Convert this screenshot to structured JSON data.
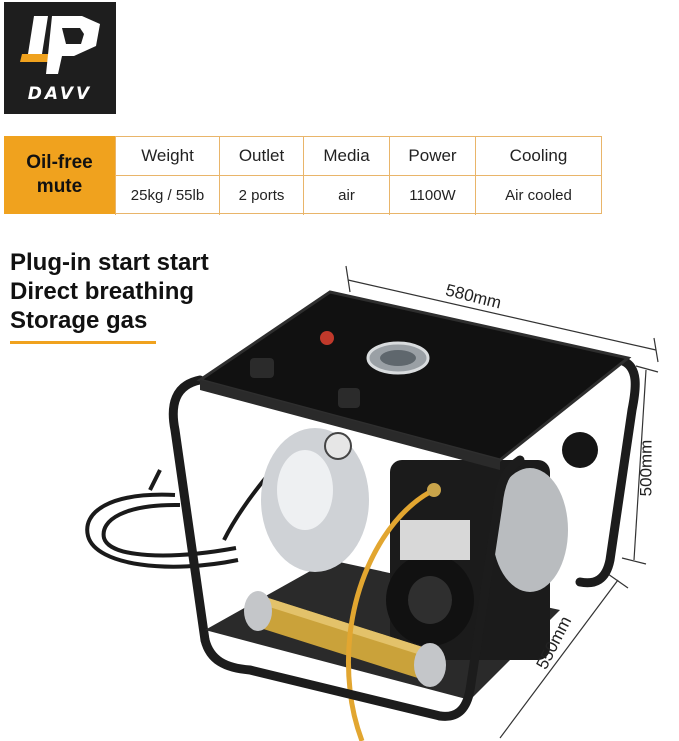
{
  "brand": {
    "name": "DAVV"
  },
  "spec_table": {
    "highlight_line1": "Oil-free",
    "highlight_line2": "mute",
    "headers": [
      "Weight",
      "Outlet",
      "Media",
      "Power",
      "Cooling"
    ],
    "values": [
      "25kg / 55lb",
      "2 ports",
      "air",
      "1100W",
      "Air cooled"
    ],
    "accent_color": "#f0a21e"
  },
  "features": [
    "Plug-in start start",
    "Direct breathing",
    "Storage gas"
  ],
  "dimensions": {
    "width": "580mm",
    "height": "500mm",
    "depth": "550mm"
  }
}
